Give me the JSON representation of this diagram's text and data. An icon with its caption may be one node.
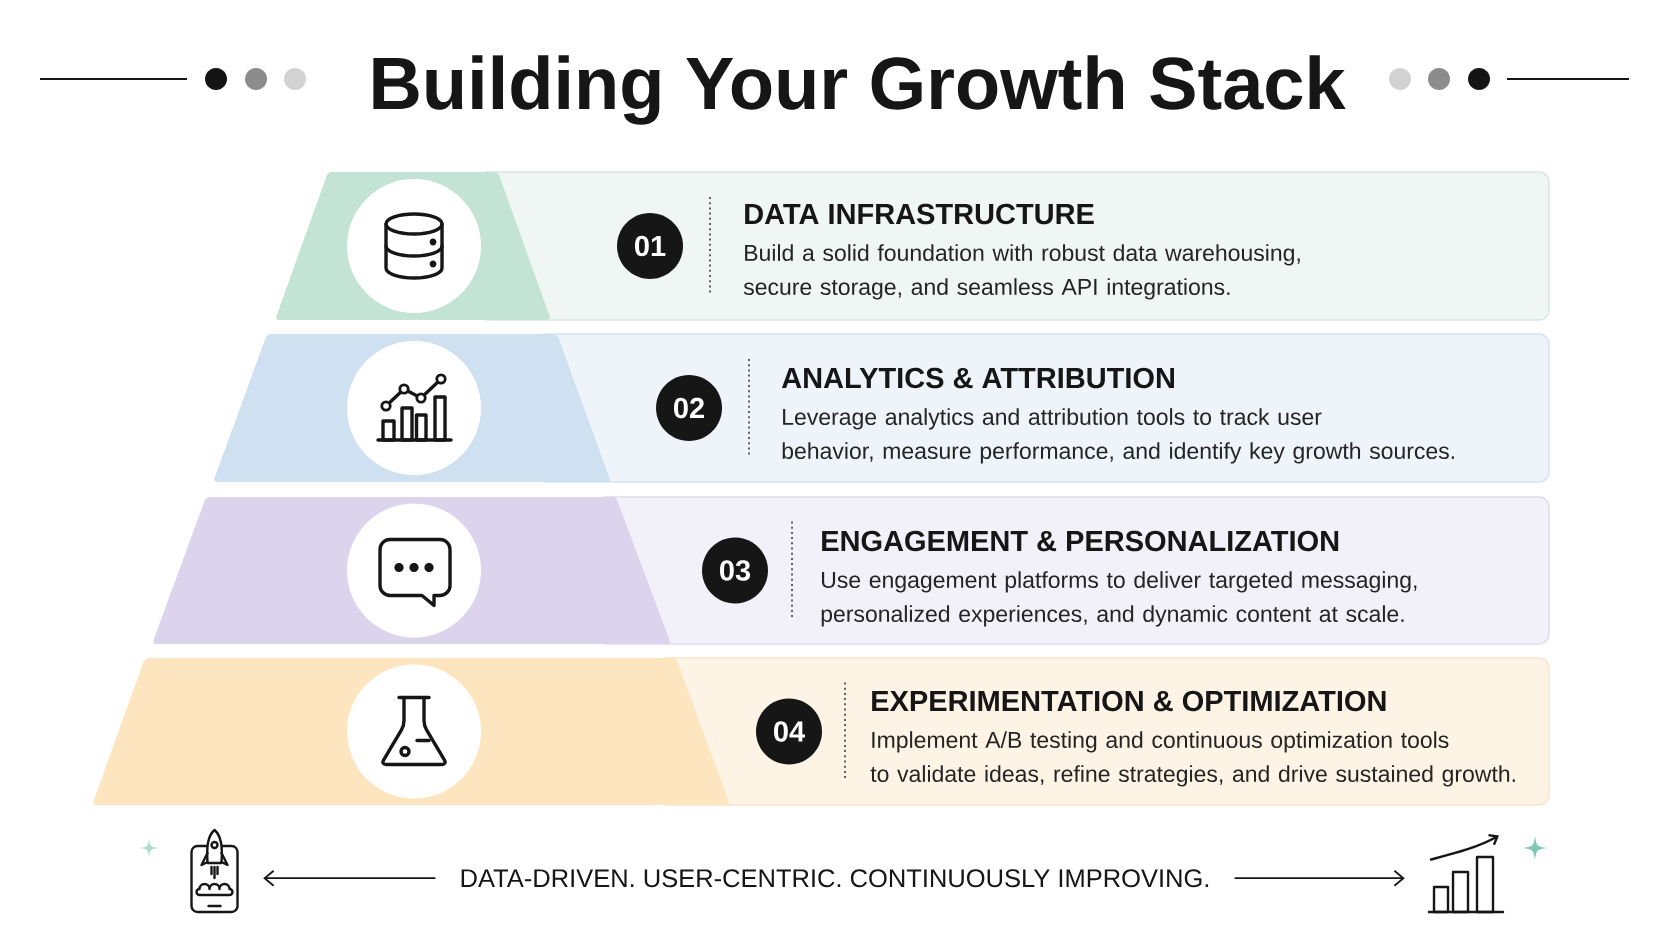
{
  "diagram": {
    "title": "Building Your Growth Stack",
    "nodes": [
      {
        "text": [
          "DATA INFRASTRUCTURE",
          "Build a solid foundation with robust data warehousing, secure storage, and seamless API integrations."
        ]
      },
      {
        "text": [
          "01"
        ],
        "in": 0
      },
      {
        "text": [
          "ANALYTICS & ATTRIBUTION",
          "Leverage analytics and attribution tools to track user behavior, measure performance, and identify key growth sources."
        ]
      },
      {
        "text": [
          "02"
        ],
        "in": 2
      },
      {
        "text": [
          "ENGAGEMENT & PERSONALIZATION",
          "Use engagement platforms to deliver targeted messaging, personalized experiences, and dynamic content at scale."
        ]
      },
      {
        "text": [
          "03"
        ],
        "in": 4
      },
      {
        "text": [
          "EXPERIMENTATION & OPTIMIZATION",
          "Implement A/B testing and continuous optimization tools to validate ideas, refine strategies, and drive sustained growth."
        ]
      },
      {
        "text": [
          "04"
        ],
        "in": 6
      },
      {
        "text": [],
        "shape": "picture"
      },
      {
        "text": [
          "DATA-DRIVEN. USER-CENTRIC. CONTINUOUSLY IMPROVING."
        ]
      },
      {
        "text": [],
        "shape": "picture"
      }
    ],
    "edges": [
      {
        "from": 9,
        "to": 8,
        "arrow": "to"
      },
      {
        "from": 9,
        "to": 10,
        "arrow": "to"
      }
    ]
  }
}
